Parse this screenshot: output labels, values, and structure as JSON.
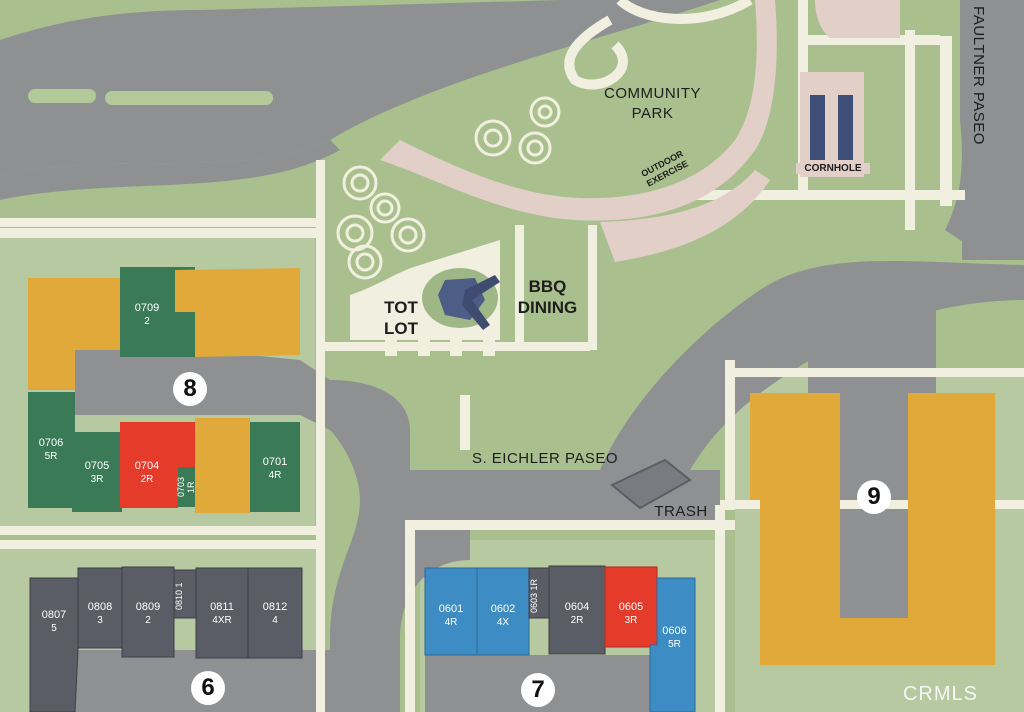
{
  "colors": {
    "grass": "#a9c08e",
    "road": "#8f9092",
    "path": "#f1efdf",
    "plaza": "#e2cfc8",
    "available": "#3b7a57",
    "sold": "#e0a93a",
    "reserved": "#e53b2b",
    "blue": "#3d8cc4",
    "unreleased": "#5a5d66"
  },
  "labels": {
    "community_park": "COMMUNITY\nPARK",
    "outdoor_exercise": "OUTDOOR\nEXERCISE",
    "cornhole": "CORNHOLE",
    "bbq": "BBQ\nDINING",
    "tot_lot": "TOT\nLOT",
    "s_eichler": "S. EICHLER PASEO",
    "trash": "TRASH",
    "faulkner": "FAULTNER PASEO"
  },
  "buildings": {
    "b8": "8",
    "b9": "9",
    "b6": "6",
    "b7": "7"
  },
  "units": {
    "u0709": {
      "code": "0709",
      "type": "2"
    },
    "u0706": {
      "code": "0706",
      "type": "5R"
    },
    "u0705": {
      "code": "0705",
      "type": "3R"
    },
    "u0704": {
      "code": "0704",
      "type": "2R"
    },
    "u0703": {
      "code": "0703",
      "type": "1R"
    },
    "u0701": {
      "code": "0701",
      "type": "4R"
    },
    "u0807": {
      "code": "0807",
      "type": "5"
    },
    "u0808": {
      "code": "0808",
      "type": "3"
    },
    "u0809": {
      "code": "0809",
      "type": "2"
    },
    "u0810": {
      "code": "0810",
      "type": "1"
    },
    "u0811": {
      "code": "0811",
      "type": "4XR"
    },
    "u0812": {
      "code": "0812",
      "type": "4"
    },
    "u0601": {
      "code": "0601",
      "type": "4R"
    },
    "u0602": {
      "code": "0602",
      "type": "4X"
    },
    "u0603": {
      "code": "0603",
      "type": "1R"
    },
    "u0604": {
      "code": "0604",
      "type": "2R"
    },
    "u0605": {
      "code": "0605",
      "type": "3R"
    },
    "u0606": {
      "code": "0606",
      "type": "5R"
    }
  },
  "watermark": "CRMLS"
}
